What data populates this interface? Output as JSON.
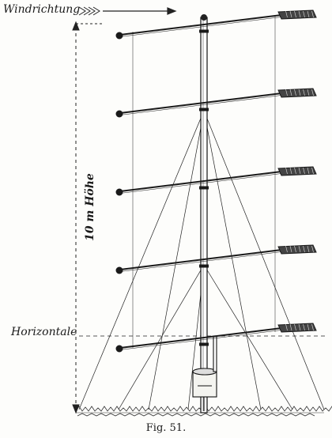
{
  "labels": {
    "wind_direction": "Windrichtung",
    "horizontal": "Horizontale",
    "height": "10 m Höhe",
    "figure": "Fig. 51."
  },
  "colors": {
    "ink": "#1a1a1a",
    "paper": "#fdfdfb"
  },
  "vanes": [
    {
      "level": 5
    },
    {
      "level": 4
    },
    {
      "level": 3
    },
    {
      "level": 2
    },
    {
      "level": 1
    }
  ]
}
